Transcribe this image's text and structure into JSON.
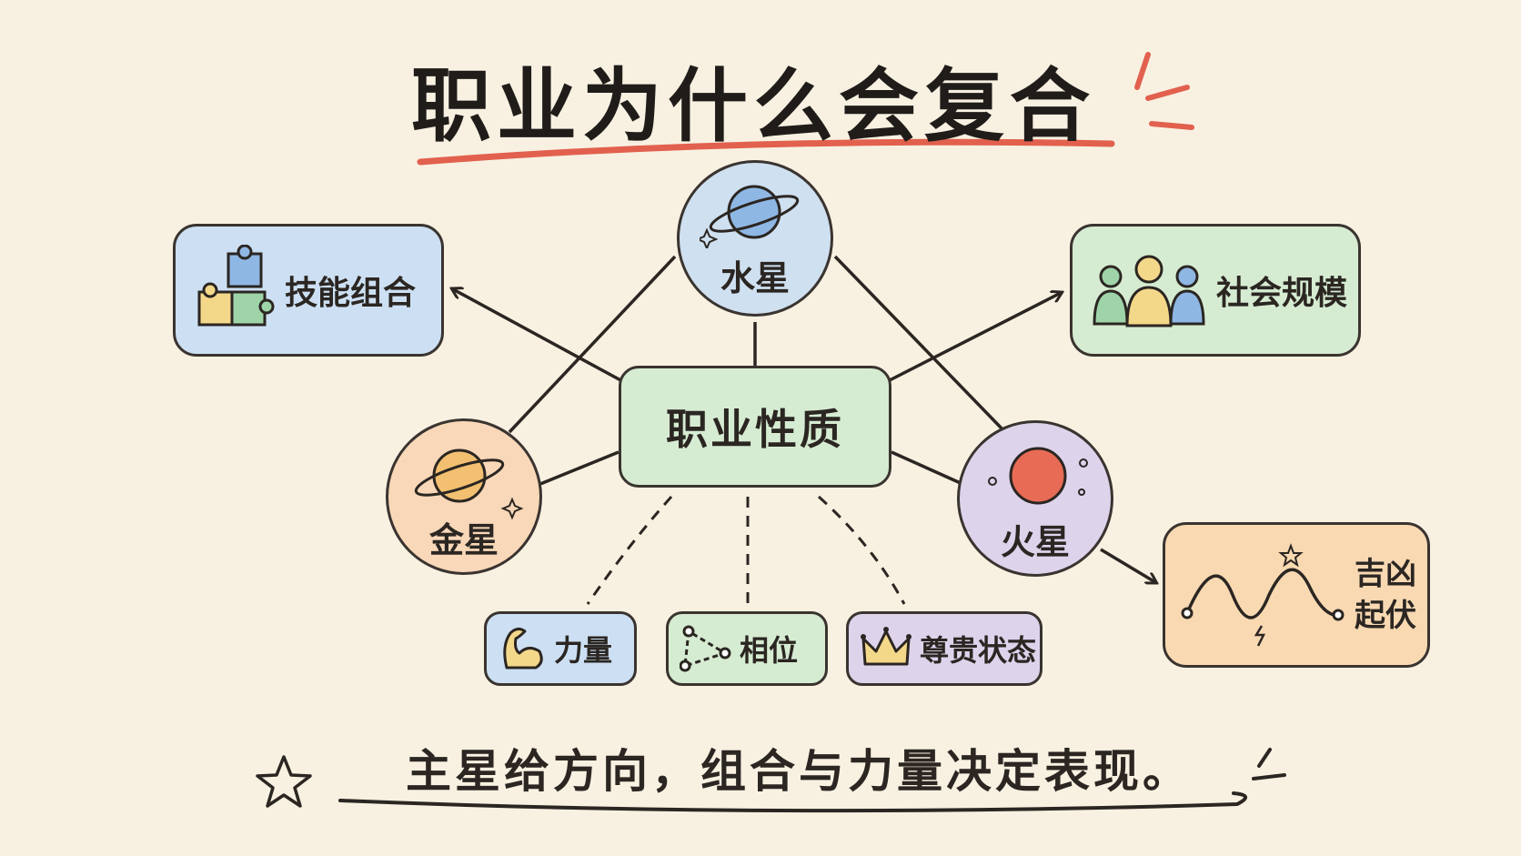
{
  "title": "职业为什么会复合",
  "center": "职业性质",
  "planets": {
    "mercury": "水星",
    "venus": "金星",
    "mars": "火星"
  },
  "outcomes": {
    "skills": "技能组合",
    "social": "社会规模",
    "fortune_line1": "吉凶",
    "fortune_line2": "起伏"
  },
  "factors": {
    "strength": "力量",
    "aspect": "相位",
    "dignity": "尊贵状态"
  },
  "footer": "主星给方向，组合与力量决定表现。",
  "colors": {
    "background": "#f8f1e1",
    "accent_red": "#e2604e",
    "mercury_fill": "#cfe0f0",
    "venus_fill": "#f8d8b8",
    "mars_fill": "#ddd4ec",
    "center_fill": "#d6ecd2",
    "skills_fill": "#cde0f3",
    "social_fill": "#d6ecd2",
    "fortune_fill": "#f8d9b2"
  }
}
